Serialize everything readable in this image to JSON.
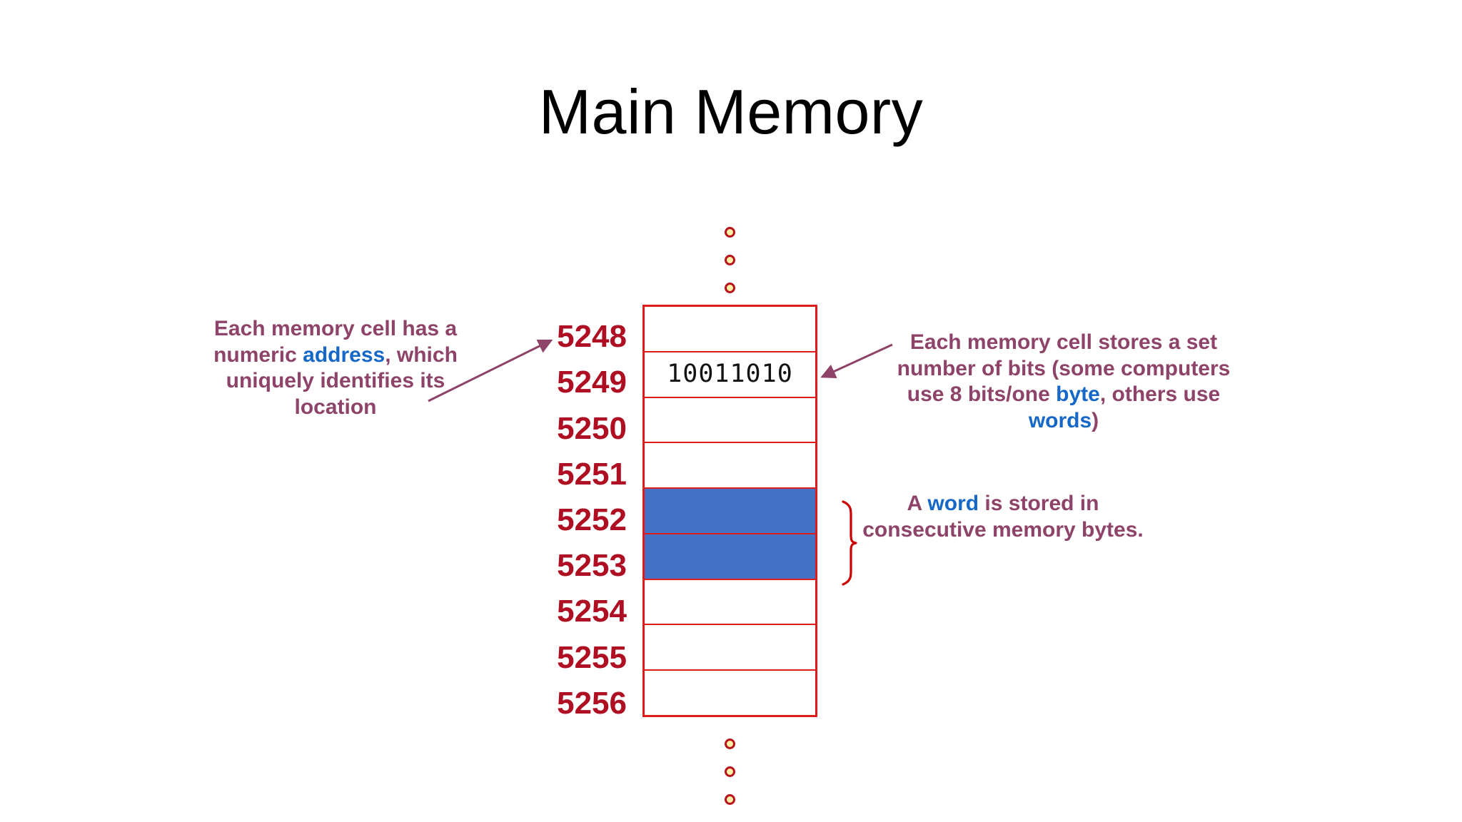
{
  "slide": {
    "title": "Main Memory",
    "background": "#ffffff"
  },
  "colors": {
    "title_text": "#000000",
    "address_text": "#AF0F23",
    "cell_border": "#E01B1B",
    "cell_fill_highlight": "#4472C4",
    "annotation_text": "#8E4368",
    "annotation_highlight": "#1668C8",
    "brace": "#CC0000",
    "arrow": "#8E4368",
    "dot_fill": "#FFF2A8",
    "dot_ring": "#B8131C"
  },
  "memory": {
    "rows": [
      {
        "address": "5248",
        "value": "",
        "highlighted": false
      },
      {
        "address": "5249",
        "value": "10011010",
        "highlighted": false
      },
      {
        "address": "5250",
        "value": "",
        "highlighted": false
      },
      {
        "address": "5251",
        "value": "",
        "highlighted": false
      },
      {
        "address": "5252",
        "value": "",
        "highlighted": true
      },
      {
        "address": "5253",
        "value": "",
        "highlighted": true
      },
      {
        "address": "5254",
        "value": "",
        "highlighted": false
      },
      {
        "address": "5255",
        "value": "",
        "highlighted": false
      },
      {
        "address": "5256",
        "value": "",
        "highlighted": false
      }
    ],
    "ellipsis_above": "three-dots",
    "ellipsis_below": "three-dots"
  },
  "annotations": {
    "left": {
      "parts": [
        {
          "text": "Each memory cell has a numeric ",
          "highlight": false
        },
        {
          "text": "address",
          "highlight": true
        },
        {
          "text": ", which uniquely identifies its location",
          "highlight": false
        }
      ],
      "plain": "Each memory cell has a numeric address, which uniquely identifies its location",
      "points_to": "5248"
    },
    "right_top": {
      "parts": [
        {
          "text": "Each memory cell stores a set number of bits (some computers use 8 bits/one ",
          "highlight": false
        },
        {
          "text": "byte",
          "highlight": true
        },
        {
          "text": ", others use ",
          "highlight": false
        },
        {
          "text": "words",
          "highlight": true
        },
        {
          "text": ")",
          "highlight": false
        }
      ],
      "plain": "Each memory cell stores a set number of bits (some computers use 8 bits/one byte, others use words)",
      "points_to": "5249"
    },
    "right_bottom": {
      "parts": [
        {
          "text": "A ",
          "highlight": false
        },
        {
          "text": "word",
          "highlight": true
        },
        {
          "text": " is stored in consecutive memory bytes.",
          "highlight": false
        }
      ],
      "plain": "A word is stored in consecutive memory bytes.",
      "brace_spans": [
        "5252",
        "5253"
      ]
    }
  }
}
